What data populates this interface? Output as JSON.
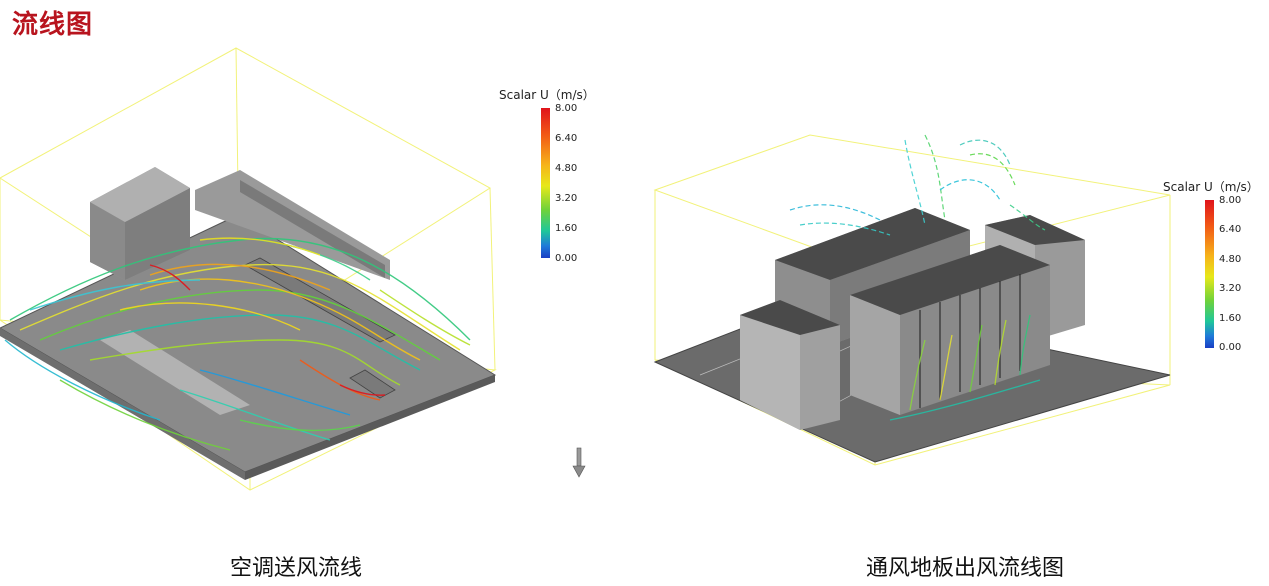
{
  "title": "流线图",
  "left_panel": {
    "caption": "空调送风流线",
    "legend": {
      "title": "Scalar U（m/s）",
      "ticks": [
        "8.00",
        "6.40",
        "4.80",
        "3.20",
        "1.60",
        "0.00"
      ]
    }
  },
  "right_panel": {
    "caption": "通风地板出风流线图",
    "legend": {
      "title": "Scalar U（m/s）",
      "ticks": [
        "8.00",
        "6.40",
        "4.80",
        "3.20",
        "1.60",
        "0.00"
      ]
    }
  },
  "colors": {
    "title": "#b8141e",
    "floor": "#8a8a8a",
    "cabinet": "#9a9a9a",
    "bounding_box": "#f2f27a"
  },
  "icons": [
    "axis-arrow-icon"
  ]
}
